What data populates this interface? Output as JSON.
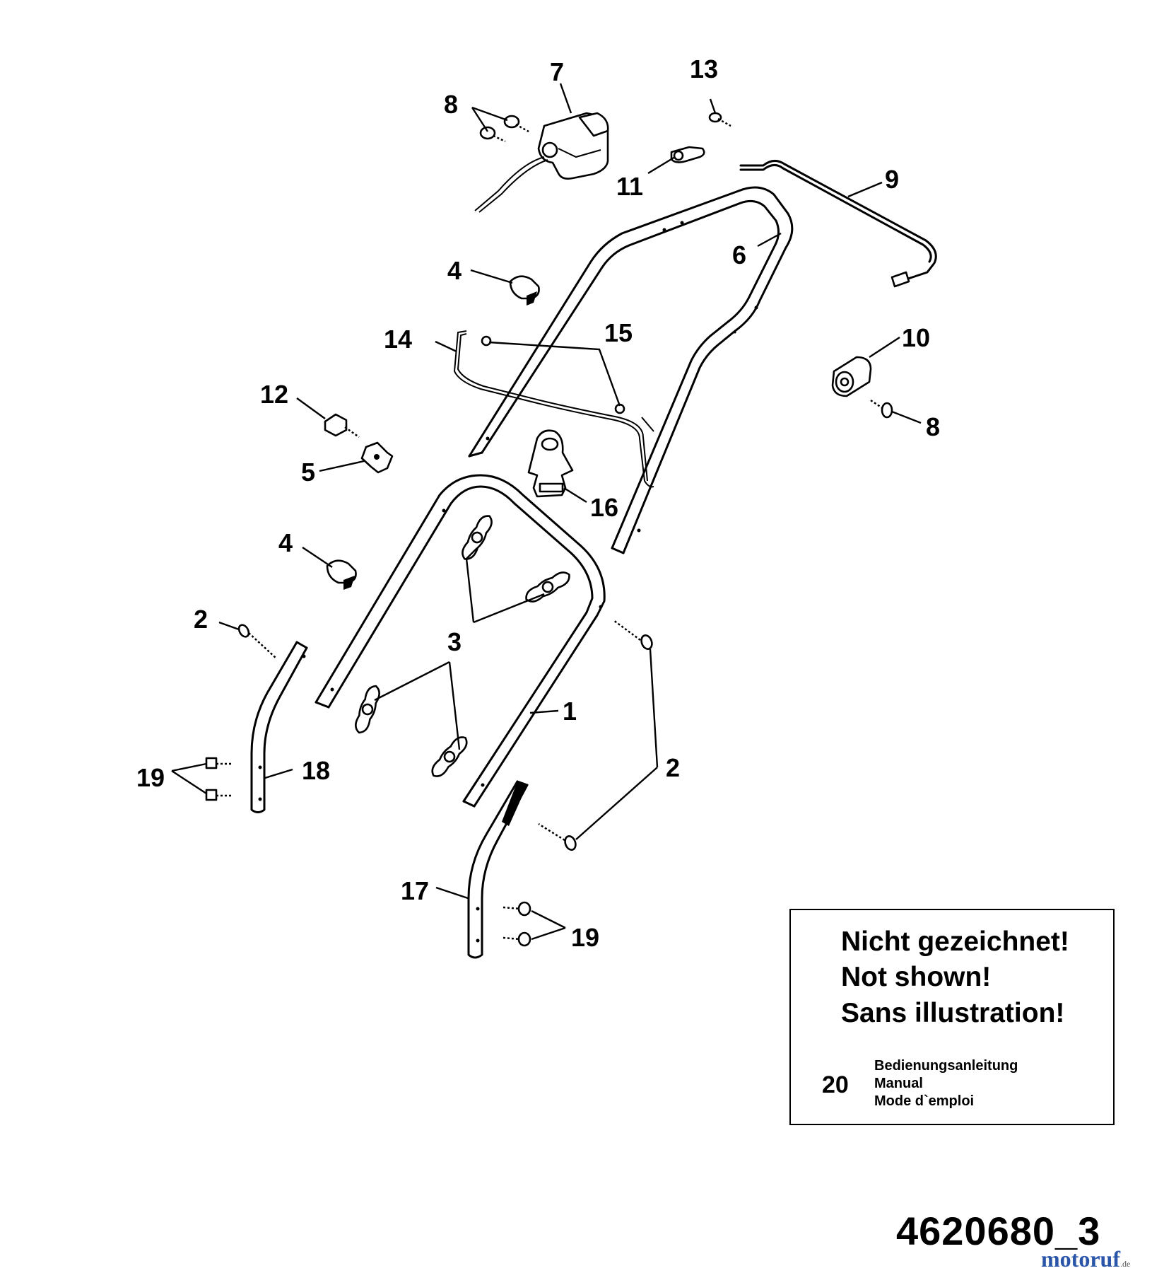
{
  "part_labels": {
    "p1": "1",
    "p2_upper": "2",
    "p2_lower": "2",
    "p3": "3",
    "p4_upper": "4",
    "p4_lower": "4",
    "p5": "5",
    "p6": "6",
    "p7": "7",
    "p8_upper": "8",
    "p8_right": "8",
    "p9": "9",
    "p10": "10",
    "p11": "11",
    "p12": "12",
    "p13": "13",
    "p14": "14",
    "p15": "15",
    "p16": "16",
    "p17": "17",
    "p18": "18",
    "p19_left": "19",
    "p19_bottom": "19"
  },
  "note_box": {
    "line_1": "Nicht gezeichnet!",
    "line_2": "Not shown!",
    "line_3": "Sans illustration!",
    "manual_number": "20",
    "manual_de": "Bedienungsanleitung",
    "manual_en": "Manual",
    "manual_fr": "Mode d`emploi"
  },
  "drawing_number": "4620680_3",
  "watermark": {
    "main": "motoruf",
    "suffix": ".de"
  }
}
